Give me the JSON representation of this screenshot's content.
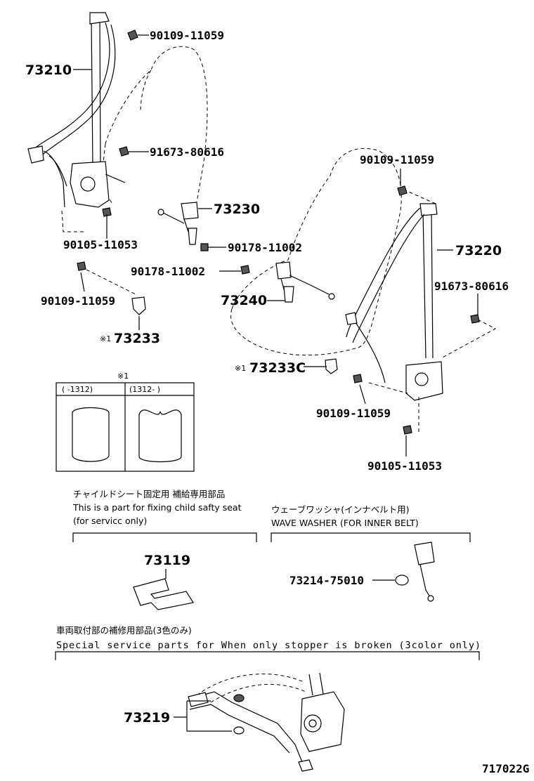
{
  "labels": {
    "p73210": "73210",
    "p90109_top": "90109-11059",
    "p91673_left": "91673-80616",
    "p73230": "73230",
    "p90105_left": "90105-11053",
    "p90178_a": "90178-11002",
    "p90178_b": "90178-11002",
    "p73240": "73240",
    "p90109_left": "90109-11059",
    "p73233": "73233",
    "mark_73233": "※1",
    "p90109_right_top": "90109-11059",
    "p73220": "73220",
    "p91673_right": "91673-80616",
    "mark_73233c": "※1",
    "p73233c": "73233C",
    "p90109_right_bottom": "90109-11059",
    "p90105_right": "90105-11053",
    "p73119": "73119",
    "p73214": "73214-75010",
    "p73219": "73219",
    "drawing_no": "717022G"
  },
  "table": {
    "mark": "※1",
    "col1": "(    -1312)",
    "col2": "(1312-    )"
  },
  "child_seat": {
    "jp": "チャイルドシート固定用  補給専用部品",
    "en1": "This is a part for fixing child safty seat",
    "en2": "(for servicc only)"
  },
  "wave_washer": {
    "jp": "ウェーブワッシャ(インナベルト用)",
    "en": "WAVE WASHER (FOR INNER BELT)"
  },
  "special_service": {
    "jp": "車両取付部の補修用部品(3色のみ)",
    "en": "Special  service  parts  for  When  only  stopper  is  broken  (3color  only)"
  }
}
